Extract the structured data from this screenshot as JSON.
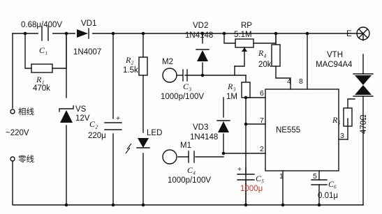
{
  "components": {
    "C1": {
      "value": "0.68μ/400V",
      "ref": "C₁"
    },
    "VD1": {
      "ref": "VD1",
      "model": "1N4007"
    },
    "R1": {
      "ref": "R₁",
      "value": "470k"
    },
    "VS": {
      "ref": "VS",
      "value": "12V"
    },
    "C2": {
      "ref": "C₂",
      "value": "220μ"
    },
    "R2": {
      "ref": "R₂",
      "value": "1.5k"
    },
    "LED": {
      "ref": "LED"
    },
    "M2": {
      "ref": "M2"
    },
    "M1": {
      "ref": "M1"
    },
    "VD2": {
      "ref": "VD2",
      "model": "1N4148"
    },
    "C3": {
      "ref": "C₃",
      "value": "1000p/100V"
    },
    "VD3": {
      "ref": "VD3",
      "model": "1N4148"
    },
    "C4": {
      "ref": "C₄",
      "value": "1000p/100V"
    },
    "RP": {
      "ref": "RP",
      "value": "5.1M"
    },
    "R3": {
      "ref": "R₃",
      "value": "1M"
    },
    "R4": {
      "ref": "R₄",
      "value": "20k"
    },
    "IC": {
      "ref": "NE555"
    },
    "C5": {
      "ref": "C₅",
      "value": "1000μ"
    },
    "C6": {
      "ref": "C₆",
      "value": "0.01μ"
    },
    "VTH": {
      "ref": "VTH",
      "model": "MAC94A4"
    },
    "R5": {
      "ref": "R₅",
      "value": "470Ω"
    },
    "E": {
      "ref": "E"
    }
  },
  "terminals": {
    "line": "相线",
    "neutral": "零线",
    "supply": "~220V"
  },
  "pins": {
    "p2": "2",
    "p3": "3",
    "p4": "4",
    "p6": "6",
    "p7": "7",
    "p8": "8",
    "p1": "1",
    "p5": "5"
  },
  "colors": {
    "ink": "#111111",
    "accent": "#c0392b"
  }
}
